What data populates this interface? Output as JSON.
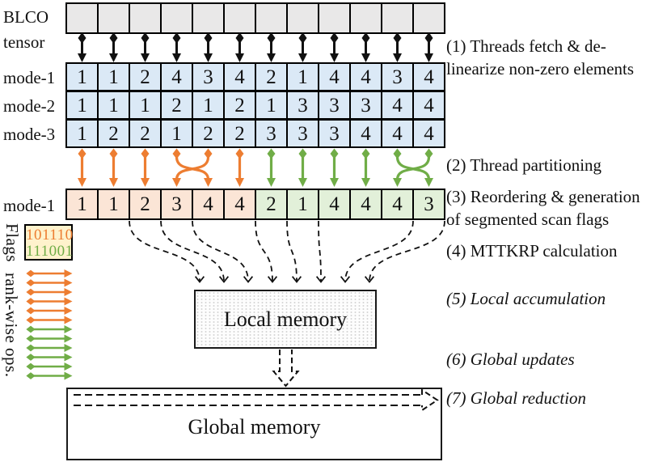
{
  "labels": {
    "tensor": [
      "BLCO",
      "tensor"
    ],
    "reordered_row": "mode-1",
    "flags": "Flags",
    "rankwise": "rank-wise ops."
  },
  "grid": {
    "columns": 12,
    "rows": [
      {
        "name": "mode-1",
        "values": [
          "1",
          "1",
          "2",
          "4",
          "3",
          "4",
          "2",
          "1",
          "4",
          "4",
          "3",
          "4"
        ]
      },
      {
        "name": "mode-2",
        "values": [
          "1",
          "1",
          "1",
          "2",
          "1",
          "2",
          "1",
          "3",
          "3",
          "3",
          "4",
          "4"
        ]
      },
      {
        "name": "mode-3",
        "values": [
          "1",
          "2",
          "2",
          "1",
          "2",
          "2",
          "3",
          "3",
          "3",
          "4",
          "4",
          "4"
        ]
      }
    ],
    "reordered": {
      "values": [
        "1",
        "1",
        "2",
        "3",
        "4",
        "4",
        "2",
        "1",
        "4",
        "4",
        "4",
        "3"
      ],
      "groups": [
        "orange",
        "orange",
        "orange",
        "orange",
        "orange",
        "orange",
        "green",
        "green",
        "green",
        "green",
        "green",
        "green"
      ]
    }
  },
  "partition": {
    "mapping": [
      [
        0,
        0
      ],
      [
        1,
        1
      ],
      [
        2,
        2
      ],
      [
        3,
        4
      ],
      [
        4,
        3
      ],
      [
        5,
        5
      ],
      [
        6,
        6
      ],
      [
        7,
        7
      ],
      [
        8,
        8
      ],
      [
        9,
        9
      ],
      [
        10,
        11
      ],
      [
        11,
        10
      ]
    ],
    "orange_count": 6
  },
  "flags": {
    "lines": [
      {
        "text": "101110",
        "color": "#ED7D31"
      },
      {
        "text": "111001",
        "color": "#70AD47"
      }
    ]
  },
  "rankwise_arrows": {
    "orange": 6,
    "green": 6
  },
  "memory": {
    "local": "Local memory",
    "global": "Global memory"
  },
  "annotations": [
    {
      "lines": [
        "(1) Threads fetch & de-",
        "linearize non-zero elements"
      ],
      "italic": false
    },
    {
      "lines": [
        "(2) Thread partitioning"
      ],
      "italic": false
    },
    {
      "lines": [
        "(3) Reordering & generation",
        "of segmented scan flags"
      ],
      "italic": false
    },
    {
      "lines": [
        "(4) MTTKRP calculation"
      ],
      "italic": false
    },
    {
      "lines": [
        "(5) Local accumulation"
      ],
      "italic": true
    },
    {
      "lines": [
        "(6) Global updates"
      ],
      "italic": true
    },
    {
      "lines": [
        "(7) Global reduction"
      ],
      "italic": true
    }
  ],
  "colors": {
    "orange": "#ED7D31",
    "green": "#70AD47",
    "black": "#111111",
    "blue_cell": "#DBE9F6",
    "orange_cell": "#FBE5D6",
    "green_cell": "#E2F0D9",
    "gray_cell": "#E9E8E8",
    "flags_bg": "#FEF2CC",
    "global_fill": "#E9E9E9"
  }
}
